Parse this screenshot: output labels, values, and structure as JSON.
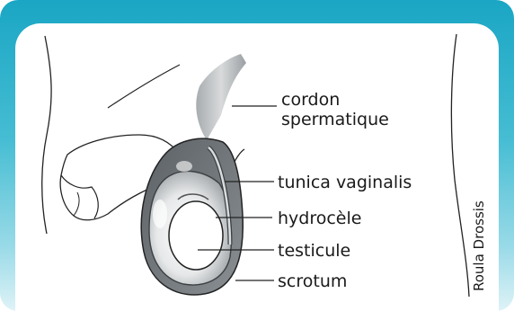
{
  "labels": {
    "cord_line1": "cordon",
    "cord_line2": "spermatique",
    "tunica": "tunica vaginalis",
    "hydrocele": "hydrocèle",
    "testicle": "testicule",
    "scrotum": "scrotum"
  },
  "credit": "Roula Drossis",
  "colors": {
    "frame_top": "#1aa6c4",
    "frame_bottom": "#dff3f7",
    "tissue_dark": "#6f7478",
    "tissue_light": "#c9ccce",
    "outline": "#222222"
  }
}
